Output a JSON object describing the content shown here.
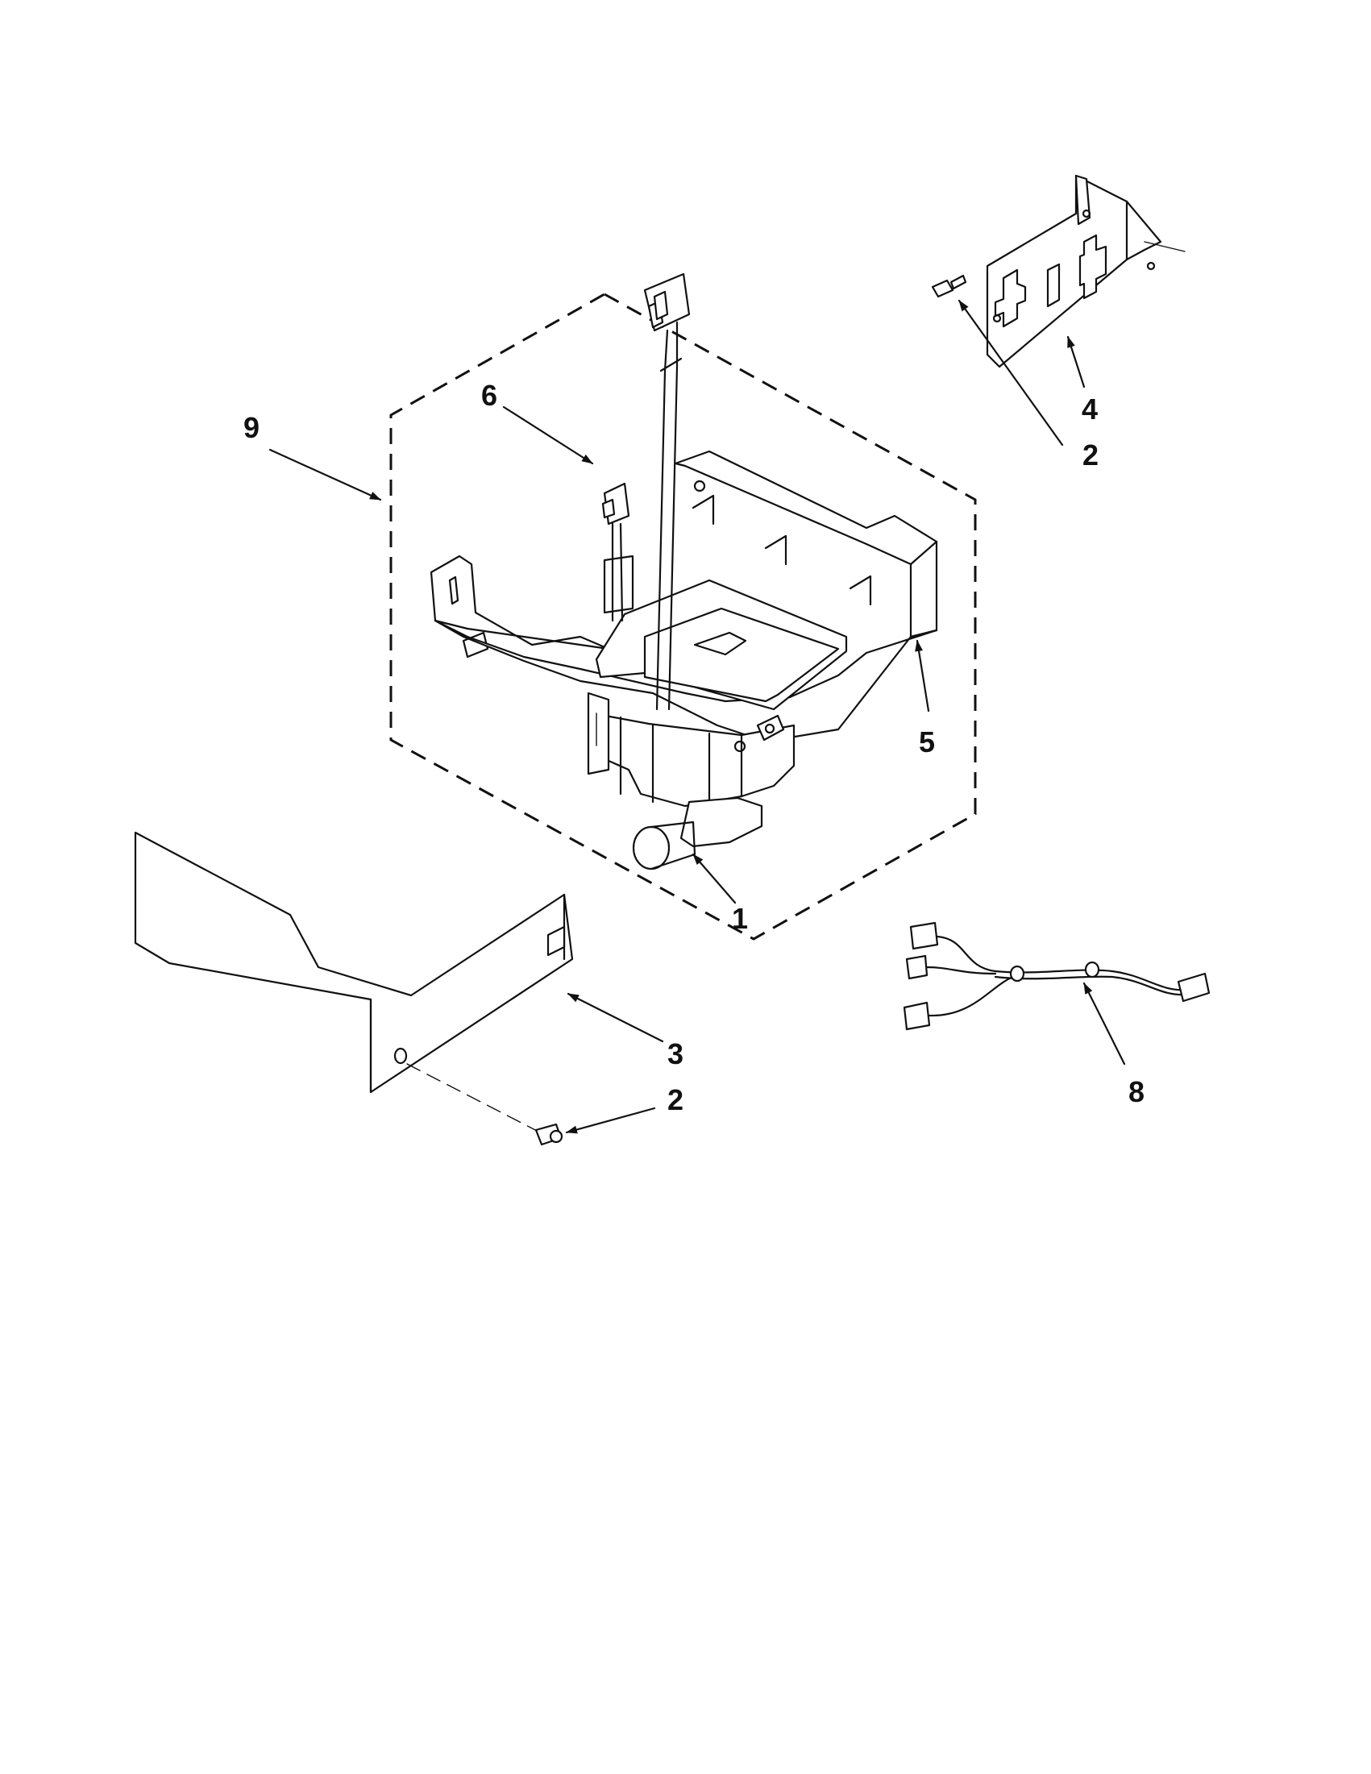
{
  "diagram": {
    "callouts": [
      {
        "id": "c9",
        "label": "9"
      },
      {
        "id": "c6",
        "label": "6"
      },
      {
        "id": "c4",
        "label": "4"
      },
      {
        "id": "c2a",
        "label": "2"
      },
      {
        "id": "c5",
        "label": "5"
      },
      {
        "id": "c1",
        "label": "1"
      },
      {
        "id": "c3",
        "label": "3"
      },
      {
        "id": "c2b",
        "label": "2"
      },
      {
        "id": "c8",
        "label": "8"
      }
    ]
  }
}
